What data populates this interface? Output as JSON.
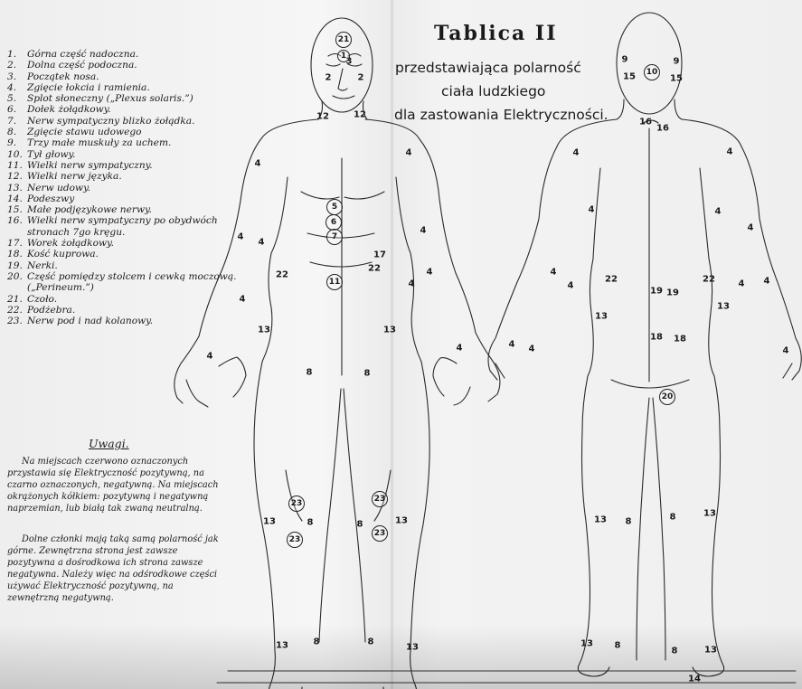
{
  "title": "Tablica II",
  "subtitle_lines": [
    "przedstawiająca polarność",
    "ciała ludzkiego",
    "dla zastowania Elektryczności."
  ],
  "legend": [
    {
      "num": "1.",
      "text": "Górna część nadoczna."
    },
    {
      "num": "2.",
      "text": "Dolna część podoczna."
    },
    {
      "num": "3.",
      "text": "Początek nosa."
    },
    {
      "num": "4.",
      "text": "Zgięcie łokcia i ramienia."
    },
    {
      "num": "5.",
      "text": "Splot słoneczny („Plexus solaris.”)"
    },
    {
      "num": "6.",
      "text": "Dołek żołądkowy."
    },
    {
      "num": "7.",
      "text": "Nerw sympatyczny blizko żołądka."
    },
    {
      "num": "8.",
      "text": "Zgięcie stawu udowego"
    },
    {
      "num": "9.",
      "text": "Trzy małe muskuły za uchem."
    },
    {
      "num": "10.",
      "text": "Tył głowy."
    },
    {
      "num": "11.",
      "text": "Wielki nerw sympatyczny."
    },
    {
      "num": "12.",
      "text": "Wielki nerw języka."
    },
    {
      "num": "13.",
      "text": "Nerw udowy."
    },
    {
      "num": "14.",
      "text": "Podeszwy"
    },
    {
      "num": "15.",
      "text": "Małe podjęzykowe nerwy."
    },
    {
      "num": "16.",
      "text": "Wielki nerw sympatyczny po obydwóch stronach 7go kręgu."
    },
    {
      "num": "17.",
      "text": "Worek żołądkowy."
    },
    {
      "num": "18.",
      "text": "Kość kuprowa."
    },
    {
      "num": "19.",
      "text": "Nerki."
    },
    {
      "num": "20.",
      "text": "Część pomiędzy stolcem i cewką moczową. („Perineum.”)"
    },
    {
      "num": "21.",
      "text": "Czoło."
    },
    {
      "num": "22.",
      "text": "Podżebra."
    },
    {
      "num": "23.",
      "text": "Nerw pod i nad kolanowy."
    }
  ],
  "notes_heading": "Uwagi.",
  "notes": [
    "Na miejscach czerwono oznaczonych przystawia się Elektryczność pozytywną, na czarno oznaczonych, negatywną. Na miejscach okrążonych kółkiem: pozytywną i negatywną naprzemian, lub białą tak zwaną neutralną.",
    "Dolne członki mają taką samą polarność jak górne. Zewnętrzna strona jest zawsze pozytywna a dośrodkowa ich strona zawsze negatywna. Należy więc na odśrodkowe części używać Elektryczność pozytywną, na zewnętrzną negatywną."
  ],
  "front_points": {
    "c21": "21",
    "c1": "1",
    "f3": "3",
    "f2a": "2",
    "f2b": "2",
    "f12a": "12",
    "f12b": "12",
    "f4a": "4",
    "f4b": "4",
    "f4c": "4",
    "f4d": "4",
    "f4e": "4",
    "f4f": "4",
    "f4g": "4",
    "f4h": "4",
    "f4i": "4",
    "f4j": "4",
    "c5": "5",
    "c6": "6",
    "c7": "7",
    "c11": "11",
    "f17": "17",
    "f22a": "22",
    "f22b": "22",
    "f13a": "13",
    "f13b": "13",
    "f8a": "8",
    "f8b": "8",
    "c23a": "23",
    "c23b": "23",
    "c23c": "23",
    "c23d": "23",
    "f13c": "13",
    "f13d": "13",
    "f8c": "8",
    "f8d": "8",
    "f13e": "13",
    "f8e": "8",
    "f8f": "8",
    "f13f": "13"
  },
  "back_points": {
    "b9a": "9",
    "b9b": "9",
    "c10": "10",
    "b15a": "15",
    "b15b": "15",
    "b16a": "16",
    "b16b": "16",
    "b4a": "4",
    "b4b": "4",
    "b4c": "4",
    "b4d": "4",
    "b4e": "4",
    "b4f": "4",
    "b4g": "4",
    "b4h": "4",
    "b4i": "4",
    "b4j": "4",
    "b4k": "4",
    "b4l": "4",
    "b22a": "22",
    "b22b": "22",
    "b19a": "19",
    "b19b": "19",
    "b13a": "13",
    "b13b": "13",
    "b18a": "18",
    "b18b": "18",
    "c20": "20",
    "b13c": "13",
    "b8a": "8",
    "b8b": "8",
    "b13d": "13",
    "b13e": "13",
    "b8c": "8",
    "b8d": "8",
    "b13f": "13",
    "b14": "14"
  }
}
